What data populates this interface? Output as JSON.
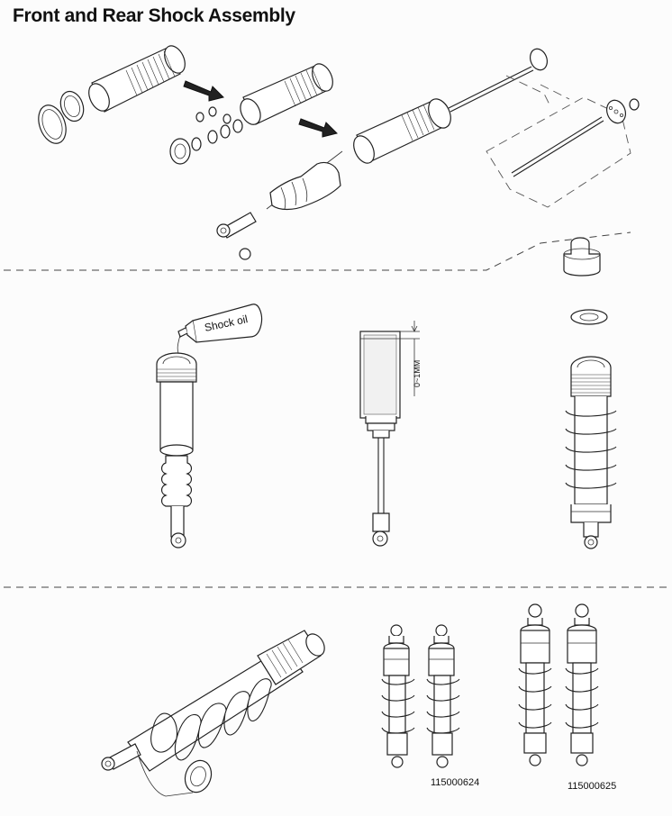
{
  "title": "Front and Rear Shock Assembly",
  "labels": {
    "shock_oil": "Shock oil",
    "gap_note": "0~1MM",
    "part_number_left": "115000624",
    "part_number_right": "115000625"
  }
}
